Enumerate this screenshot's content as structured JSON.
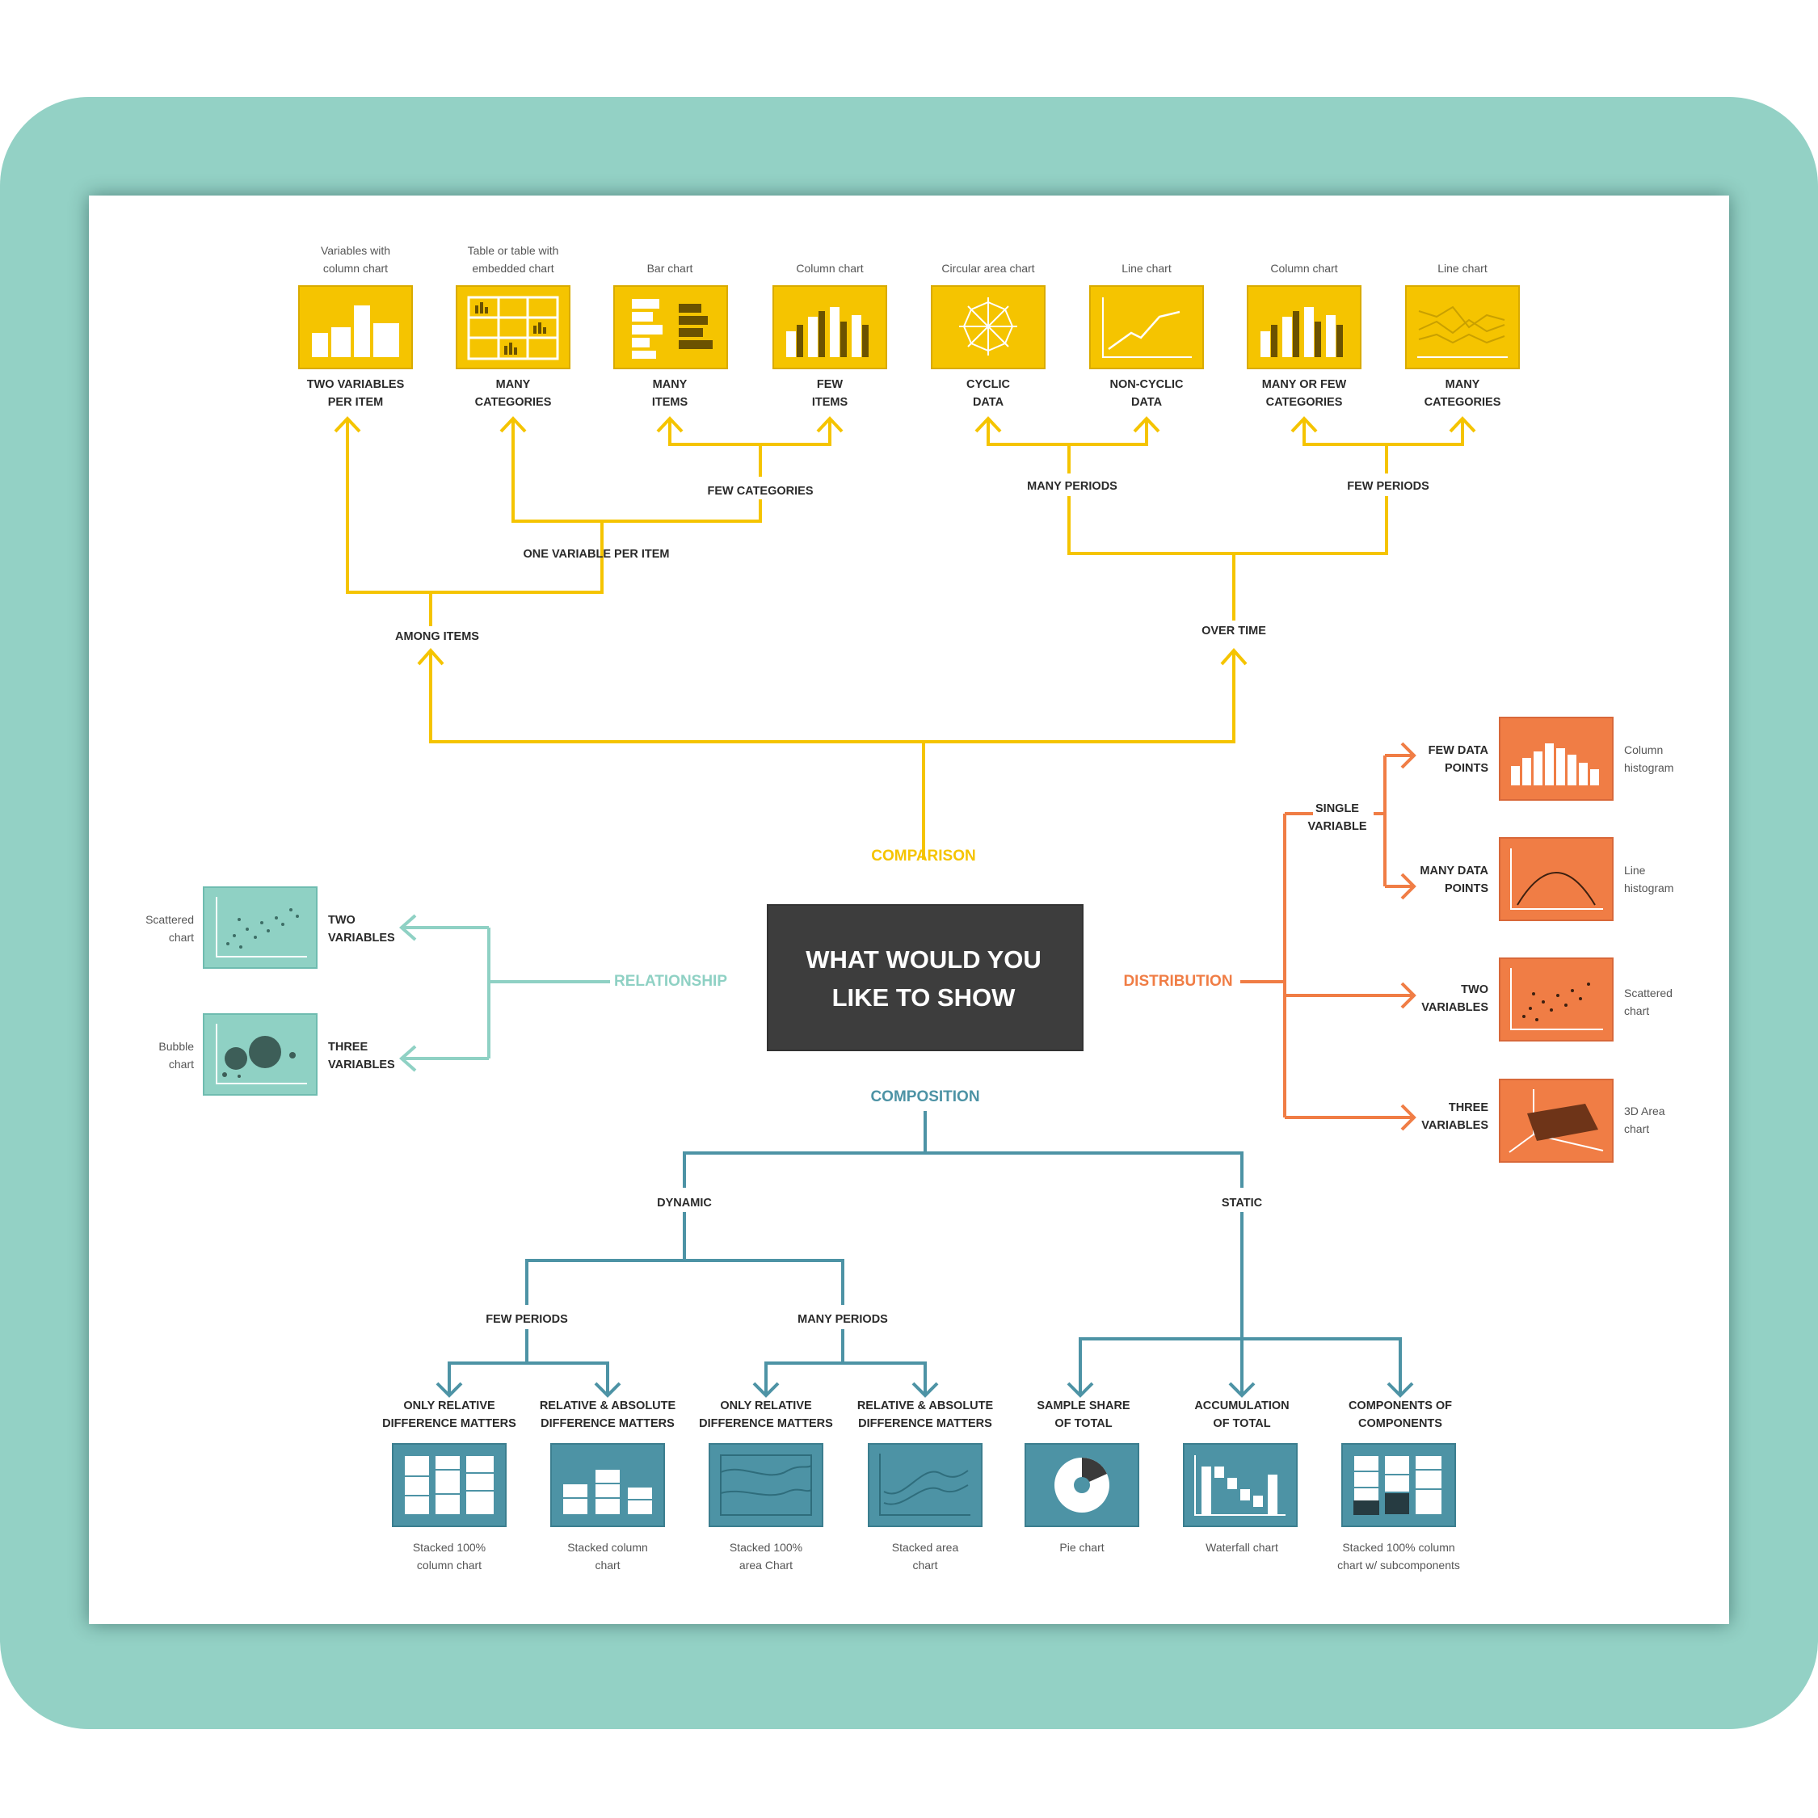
{
  "center": {
    "line1": "WHAT WOULD YOU",
    "line2": "LIKE TO SHOW"
  },
  "colors": {
    "comparison": "#f5c400",
    "distribution": "#f07d45",
    "relationship": "#8fd1c4",
    "composition": "#4d93a5",
    "center": "#3d3d3d",
    "frame": "#93d1c5"
  },
  "categories": {
    "comparison": "COMPARISON",
    "relationship": "RELATIONSHIP",
    "distribution": "DISTRIBUTION",
    "composition": "COMPOSITION"
  },
  "comparison": {
    "among_items": "AMONG ITEMS",
    "over_time": "OVER TIME",
    "one_variable_per_item": "ONE VARIABLE PER ITEM",
    "few_categories": "FEW CATEGORIES",
    "many_periods": "MANY PERIODS",
    "few_periods": "FEW PERIODS",
    "charts": [
      {
        "cap1": "Variables with",
        "cap2": "column chart",
        "tag1": "TWO VARIABLES",
        "tag2": "PER ITEM",
        "icon": "variable-width-column-icon"
      },
      {
        "cap1": "Table or table with",
        "cap2": "embedded chart",
        "tag1": "MANY",
        "tag2": "CATEGORIES",
        "icon": "table-icon"
      },
      {
        "cap1": "",
        "cap2": "Bar chart",
        "tag1": "MANY",
        "tag2": "ITEMS",
        "icon": "bar-chart-icon"
      },
      {
        "cap1": "",
        "cap2": "Column chart",
        "tag1": "FEW",
        "tag2": "ITEMS",
        "icon": "column-chart-icon"
      },
      {
        "cap1": "",
        "cap2": "Circular area chart",
        "tag1": "CYCLIC",
        "tag2": "DATA",
        "icon": "radar-chart-icon"
      },
      {
        "cap1": "",
        "cap2": "Line chart",
        "tag1": "NON-CYCLIC",
        "tag2": "DATA",
        "icon": "line-chart-icon"
      },
      {
        "cap1": "",
        "cap2": "Column chart",
        "tag1": "MANY OR FEW",
        "tag2": "CATEGORIES",
        "icon": "column-chart-icon"
      },
      {
        "cap1": "",
        "cap2": "Line chart",
        "tag1": "MANY",
        "tag2": "CATEGORIES",
        "icon": "multi-line-chart-icon"
      }
    ]
  },
  "distribution": {
    "single_variable1": "SINGLE",
    "single_variable2": "VARIABLE",
    "items": [
      {
        "tag1": "FEW DATA",
        "tag2": "POINTS",
        "cap1": "Column",
        "cap2": "histogram",
        "icon": "column-histogram-icon"
      },
      {
        "tag1": "MANY DATA",
        "tag2": "POINTS",
        "cap1": "Line",
        "cap2": "histogram",
        "icon": "line-histogram-icon"
      },
      {
        "tag1": "TWO",
        "tag2": "VARIABLES",
        "cap1": "Scattered",
        "cap2": "chart",
        "icon": "scatter-chart-icon"
      },
      {
        "tag1": "THREE",
        "tag2": "VARIABLES",
        "cap1": "3D Area",
        "cap2": "chart",
        "icon": "3d-area-chart-icon"
      }
    ]
  },
  "relationship": {
    "items": [
      {
        "tag1": "TWO",
        "tag2": "VARIABLES",
        "cap1": "Scattered",
        "cap2": "chart",
        "icon": "scatter-chart-icon"
      },
      {
        "tag1": "THREE",
        "tag2": "VARIABLES",
        "cap1": "Bubble",
        "cap2": "chart",
        "icon": "bubble-chart-icon"
      }
    ]
  },
  "composition": {
    "dynamic": "DYNAMIC",
    "static": "STATIC",
    "few_periods": "FEW PERIODS",
    "many_periods": "MANY PERIODS",
    "charts": [
      {
        "tag1": "ONLY RELATIVE",
        "tag2": "DIFFERENCE MATTERS",
        "cap1": "Stacked 100%",
        "cap2": "column chart",
        "icon": "stacked-100-column-icon"
      },
      {
        "tag1": "RELATIVE & ABSOLUTE",
        "tag2": "DIFFERENCE MATTERS",
        "cap1": "Stacked column",
        "cap2": "chart",
        "icon": "stacked-column-icon"
      },
      {
        "tag1": "ONLY RELATIVE",
        "tag2": "DIFFERENCE MATTERS",
        "cap1": "Stacked 100%",
        "cap2": "area Chart",
        "icon": "stacked-100-area-icon"
      },
      {
        "tag1": "RELATIVE & ABSOLUTE",
        "tag2": "DIFFERENCE MATTERS",
        "cap1": "Stacked area",
        "cap2": "chart",
        "icon": "stacked-area-icon"
      },
      {
        "tag1": "SAMPLE SHARE",
        "tag2": "OF TOTAL",
        "cap1": "Pie chart",
        "cap2": "",
        "icon": "pie-chart-icon"
      },
      {
        "tag1": "ACCUMULATION",
        "tag2": "OF TOTAL",
        "cap1": "Waterfall chart",
        "cap2": "",
        "icon": "waterfall-chart-icon"
      },
      {
        "tag1": "COMPONENTS OF",
        "tag2": "COMPONENTS",
        "cap1": "Stacked 100% column",
        "cap2": "chart w/ subcomponents",
        "icon": "stacked-subcomponents-icon"
      }
    ]
  }
}
